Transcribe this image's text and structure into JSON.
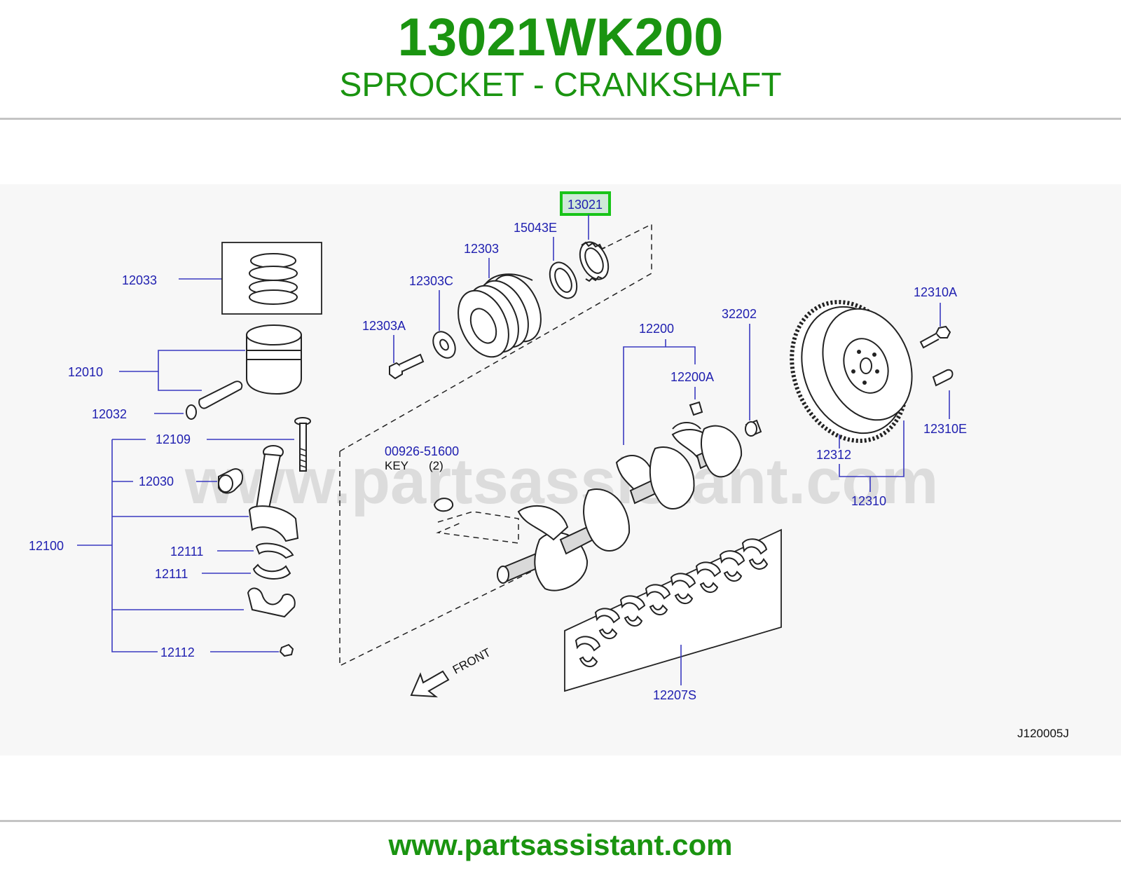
{
  "header": {
    "part_number": "13021WK200",
    "part_name": "SPROCKET - CRANKSHAFT"
  },
  "diagram": {
    "watermark": "www.partsassistant.com",
    "highlighted_callout": "13021",
    "callouts": [
      {
        "id": "13021",
        "label": "13021"
      },
      {
        "id": "15043E",
        "label": "15043E"
      },
      {
        "id": "12303",
        "label": "12303"
      },
      {
        "id": "12303C",
        "label": "12303C"
      },
      {
        "id": "12303A",
        "label": "12303A"
      },
      {
        "id": "12033",
        "label": "12033"
      },
      {
        "id": "12010",
        "label": "12010"
      },
      {
        "id": "12032",
        "label": "12032"
      },
      {
        "id": "12109",
        "label": "12109"
      },
      {
        "id": "12030",
        "label": "12030"
      },
      {
        "id": "12100",
        "label": "12100"
      },
      {
        "id": "12111a",
        "label": "12111"
      },
      {
        "id": "12111b",
        "label": "12111"
      },
      {
        "id": "12112",
        "label": "12112"
      },
      {
        "id": "00926",
        "label": "00926-51600"
      },
      {
        "id": "12200",
        "label": "12200"
      },
      {
        "id": "12200A",
        "label": "12200A"
      },
      {
        "id": "32202",
        "label": "32202"
      },
      {
        "id": "12310A",
        "label": "12310A"
      },
      {
        "id": "12310E",
        "label": "12310E"
      },
      {
        "id": "12312",
        "label": "12312"
      },
      {
        "id": "12310",
        "label": "12310"
      },
      {
        "id": "12207S",
        "label": "12207S"
      }
    ],
    "key_label": "KEY",
    "key_qty": "(2)",
    "front_label": "FRONT",
    "drawing_code": "J120005J"
  },
  "colors": {
    "brand_green": "#1a9410",
    "callout_blue": "#2020b0",
    "highlight_box": "#18c418",
    "highlight_fill": "#cfe9d8"
  },
  "footer": {
    "url": "www.partsassistant.com"
  }
}
